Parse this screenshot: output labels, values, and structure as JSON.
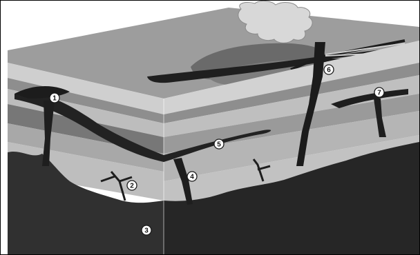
{
  "diagram": {
    "labels": [
      {
        "id": "1",
        "text": "1"
      },
      {
        "id": "2",
        "text": "2"
      },
      {
        "id": "3",
        "text": "3"
      },
      {
        "id": "4",
        "text": "4"
      },
      {
        "id": "5",
        "text": "5"
      },
      {
        "id": "6",
        "text": "6"
      },
      {
        "id": "7",
        "text": "7"
      }
    ],
    "colors": {
      "top_surface": "#9a9a9a",
      "layer_dark": "#5a5a5a",
      "layer_light": "#c4c4c4",
      "layer_mid": "#8c8c8c",
      "magma": "#2a2a2a",
      "bedrock": "#333333",
      "ash_plume": "#d6d6d6"
    }
  }
}
